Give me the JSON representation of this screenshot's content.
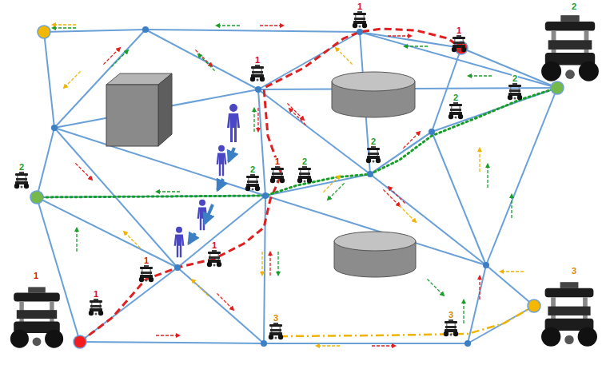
{
  "diagram": {
    "labels": [
      "1",
      "2",
      "1",
      "1",
      "2",
      "2",
      "2",
      "1",
      "2",
      "2",
      "2",
      "1",
      "1",
      "3",
      "1",
      "1",
      "3",
      "3"
    ]
  }
}
